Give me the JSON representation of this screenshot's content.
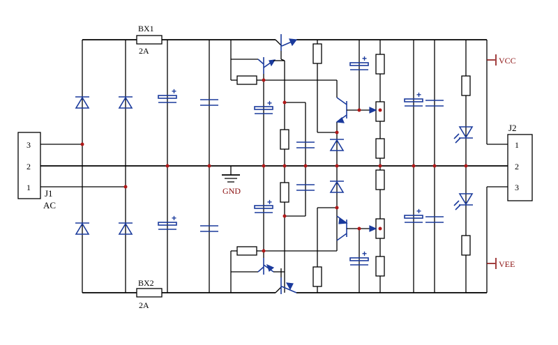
{
  "schematic": {
    "j1": {
      "ref": "J1",
      "value": "AC",
      "pins": [
        "3",
        "2",
        "1"
      ]
    },
    "j2": {
      "ref": "J2",
      "pins": [
        "1",
        "2",
        "3"
      ]
    },
    "fuse_top": {
      "ref": "BX1",
      "rating": "2A"
    },
    "fuse_bottom": {
      "ref": "BX2",
      "rating": "2A"
    },
    "ground": {
      "label": "GND"
    },
    "rails": {
      "positive": "VCC",
      "negative": "VEE"
    },
    "polarity_mark": "+"
  },
  "colors": {
    "wire": "#000000",
    "component": "#1a3a9c",
    "junction": "#b01818",
    "rail_label": "#8b1010"
  }
}
